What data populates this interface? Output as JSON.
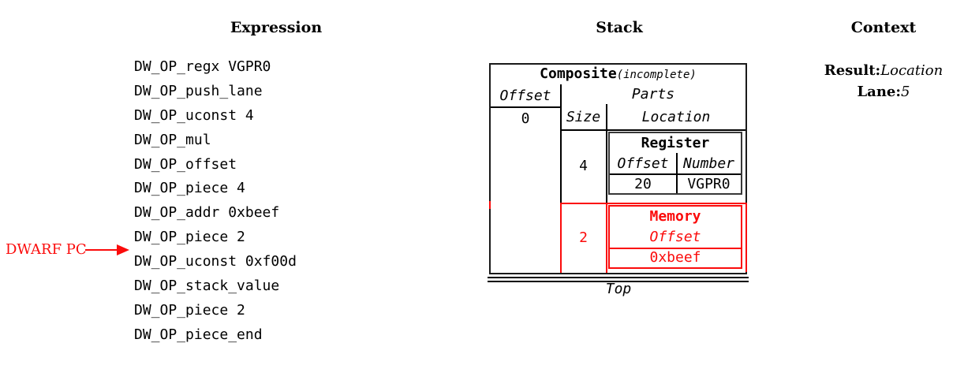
{
  "columns": {
    "expression": {
      "title": "Expression"
    },
    "stack": {
      "title": "Stack"
    },
    "context": {
      "title": "Context"
    }
  },
  "expression": {
    "pc_label": "DWARF PC",
    "pc_points_to_op": "DW_OP_uconst 0xf00d",
    "ops": [
      "DW_OP_regx VGPR0",
      "DW_OP_push_lane",
      "DW_OP_uconst 4",
      "DW_OP_mul",
      "DW_OP_offset",
      "DW_OP_piece 4",
      "DW_OP_addr 0xbeef",
      "DW_OP_piece 2",
      "DW_OP_uconst 0xf00d",
      "DW_OP_stack_value",
      "DW_OP_piece 2",
      "DW_OP_piece_end"
    ]
  },
  "stack": {
    "entry": {
      "type_label": "Composite",
      "qualifier": "(incomplete)",
      "offset_header": "Offset",
      "offset_value": "0",
      "parts_header": "Parts",
      "size_header": "Size",
      "location_header": "Location",
      "parts": [
        {
          "size": "4",
          "highlighted": false,
          "location": {
            "type_label": "Register",
            "col1_header": "Offset",
            "col2_header": "Number",
            "col1_value": "20",
            "col2_value": "VGPR0"
          }
        },
        {
          "size": "2",
          "highlighted": true,
          "location": {
            "type_label": "Memory",
            "col1_header": "Offset",
            "col1_value": "0xbeef"
          }
        }
      ]
    },
    "top_label": "Top"
  },
  "context": {
    "rows": [
      {
        "label": "Result:",
        "value": "Location"
      },
      {
        "label": "Lane:",
        "value": "5"
      }
    ]
  },
  "colors": {
    "highlight_red": "#fb0b0b",
    "ink": "#000000",
    "background": "#ffffff"
  }
}
